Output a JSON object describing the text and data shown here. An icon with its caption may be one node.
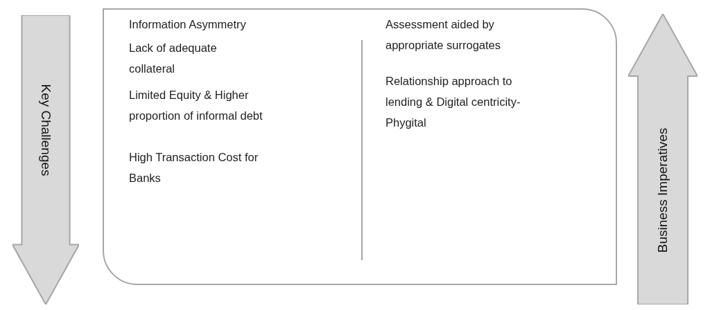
{
  "diagram": {
    "nodes": [
      {
        "text": [
          "Key Challenges"
        ]
      },
      {
        "text": [
          "Information Asymmetry",
          "Lack of adequate collateral",
          "Limited Equity & Higher proportion of informal debt",
          "High Transaction Cost for Banks",
          "Assessment aided by appropriate surrogates",
          "Relationship approach to lending & Digital centricity- Phygital"
        ]
      },
      {
        "text": [
          "Business Imperatives"
        ]
      }
    ]
  }
}
